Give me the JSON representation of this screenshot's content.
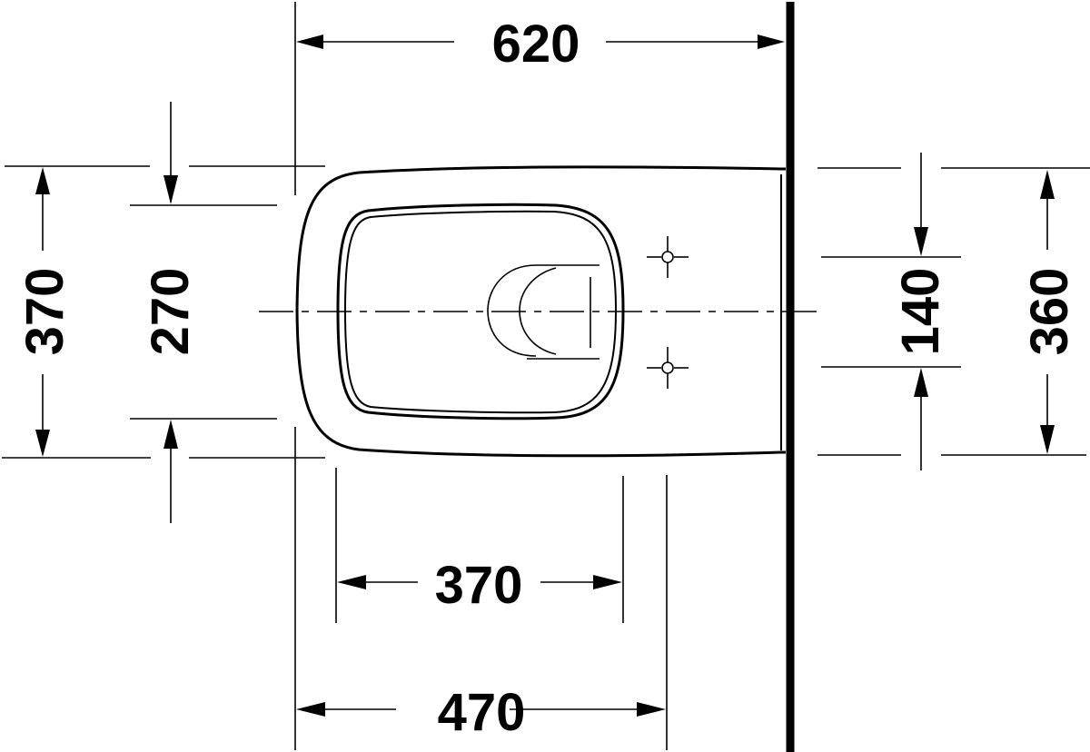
{
  "drawing": {
    "title": "Wall-mounted toilet plan view",
    "units": "mm",
    "line_color": "#000000",
    "background": "#ffffff"
  },
  "dimensions": {
    "overall_length": {
      "label": "620",
      "orientation": "horizontal",
      "position": "top"
    },
    "overall_width_outer": {
      "label": "370",
      "orientation": "vertical",
      "position": "left-outer"
    },
    "seat_opening_width": {
      "label": "270",
      "orientation": "vertical",
      "position": "left-inner"
    },
    "fixing_holes_spacing": {
      "label": "140",
      "orientation": "vertical",
      "position": "right-inner"
    },
    "wall_width": {
      "label": "360",
      "orientation": "vertical",
      "position": "right-outer"
    },
    "bowl_opening_length": {
      "label": "370",
      "orientation": "horizontal",
      "position": "bottom-upper"
    },
    "projection_to_fixing": {
      "label": "470",
      "orientation": "horizontal",
      "position": "bottom-lower"
    }
  },
  "features": {
    "outer_bowl": "bowl-outline",
    "inner_rim": "seat-opening",
    "drain": "outlet-symbol",
    "fixing_holes": [
      "fixing-hole-top",
      "fixing-hole-bottom"
    ],
    "centerline": "axis-line",
    "wall": "mounting-wall"
  }
}
